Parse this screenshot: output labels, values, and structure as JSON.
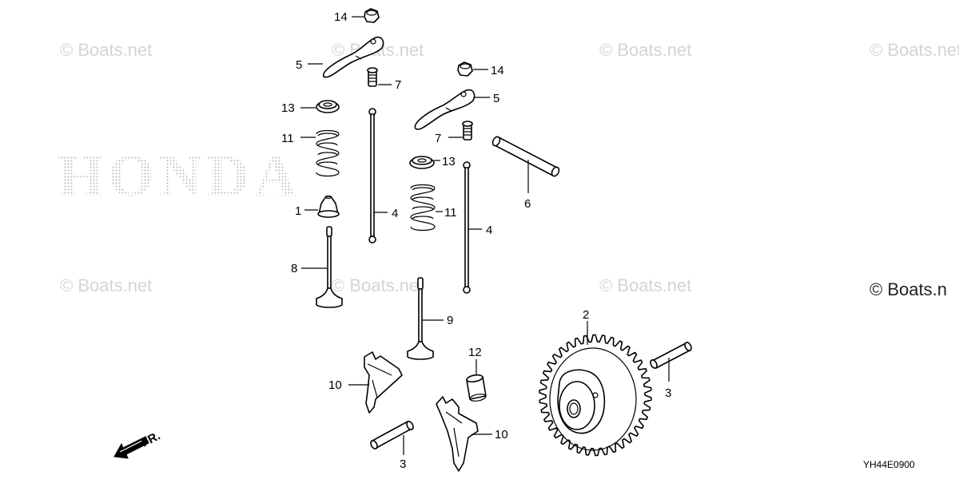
{
  "watermarks": {
    "copyright": "© Boats.net",
    "partial_right": "© Boats.n",
    "brand": "HONDA"
  },
  "diagram_code": "YH44E0900",
  "front_indicator": "FR.",
  "callouts": {
    "c14a": "14",
    "c5a": "5",
    "c7a": "7",
    "c13a": "13",
    "c11a": "11",
    "c1": "1",
    "c4a": "4",
    "c8": "8",
    "c14b": "14",
    "c5b": "5",
    "c7b": "7",
    "c13b": "13",
    "c11b": "11",
    "c4b": "4",
    "c6": "6",
    "c9": "9",
    "c2": "2",
    "c12": "12",
    "c10a": "10",
    "c10b": "10",
    "c3a": "3",
    "c3b": "3"
  },
  "colors": {
    "line": "#000000",
    "watermark": "#d4d4d4",
    "honda_dots": "#b8b8b8"
  }
}
